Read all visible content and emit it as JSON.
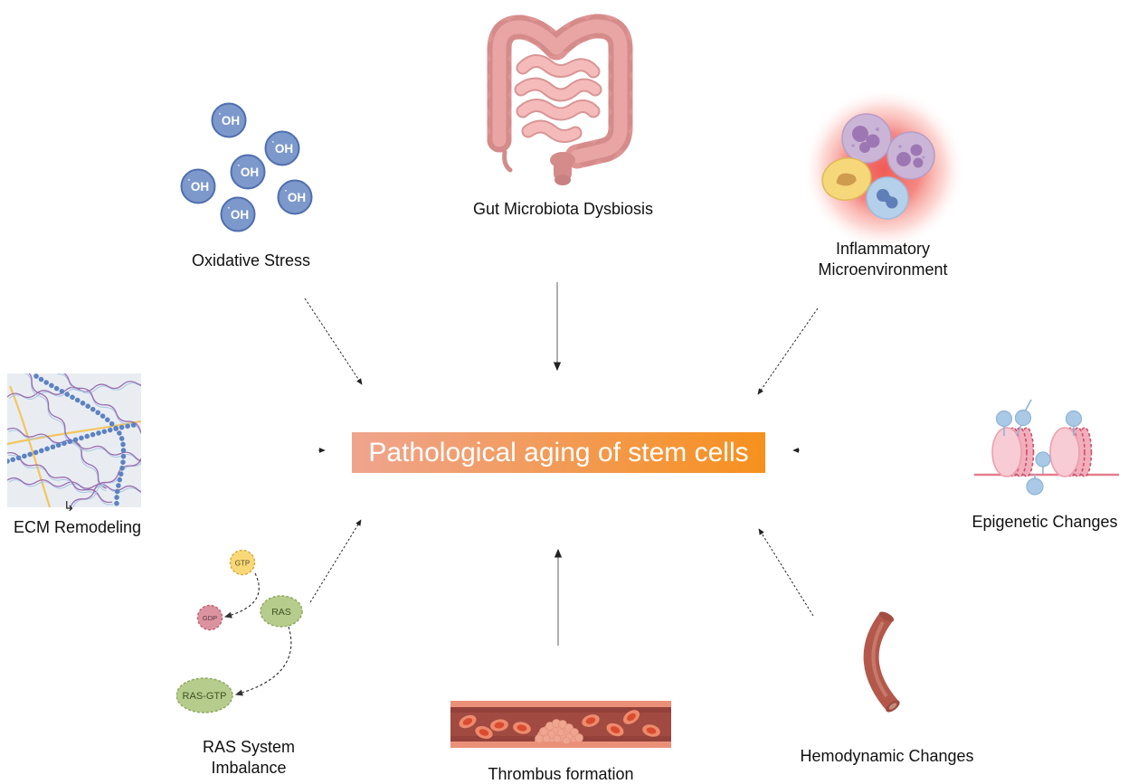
{
  "figure": {
    "title": "Pathological aging of stem cells",
    "title_colors": {
      "gradient_left": "#efa48e",
      "gradient_right": "#f6911e",
      "text": "#ffffff"
    }
  },
  "factors": {
    "oxidative_stress": {
      "label": "Oxidative Stress",
      "radical_dot": "˙",
      "molecule": "OH",
      "circle_fill": "#7d99cc",
      "circle_stroke": "#4f6fae"
    },
    "gut_microbiota": {
      "label": "Gut Microbiota Dysbiosis"
    },
    "inflammatory": {
      "label_line1": "Inflammatory",
      "label_line2": "Microenvironment",
      "glow_color": "#f15b55"
    },
    "ecm": {
      "label": "ECM Remodeling",
      "corner_arrow_glyph": "↳"
    },
    "epigenetic": {
      "label": "Epigenetic Changes"
    },
    "ras": {
      "label_line1": "RAS System",
      "label_line2": "Imbalance",
      "node_gtp": "GTP",
      "node_gdp": "GDP",
      "node_ras": "RAS",
      "node_ras_gtp": "RAS-GTP",
      "gtp_fill": "#f9d878",
      "gdp_fill": "#dc93a0",
      "ras_fill": "#b5cc8c"
    },
    "thrombus": {
      "label": "Thrombus formation"
    },
    "hemodynamic": {
      "label": "Hemodynamic Changes"
    }
  },
  "connections": [
    {
      "from": "Oxidative Stress",
      "to": "Pathological aging of stem cells",
      "style": "dashed"
    },
    {
      "from": "Gut Microbiota Dysbiosis",
      "to": "Pathological aging of stem cells",
      "style": "solid"
    },
    {
      "from": "Inflammatory Microenvironment",
      "to": "Pathological aging of stem cells",
      "style": "dashed"
    },
    {
      "from": "ECM Remodeling",
      "to": "Pathological aging of stem cells",
      "style": "solid"
    },
    {
      "from": "Epigenetic Changes",
      "to": "Pathological aging of stem cells",
      "style": "solid"
    },
    {
      "from": "RAS System Imbalance",
      "to": "Pathological aging of stem cells",
      "style": "dashed"
    },
    {
      "from": "Thrombus formation",
      "to": "Pathological aging of stem cells",
      "style": "solid"
    },
    {
      "from": "Hemodynamic Changes",
      "to": "Pathological aging of stem cells",
      "style": "dashed"
    }
  ]
}
